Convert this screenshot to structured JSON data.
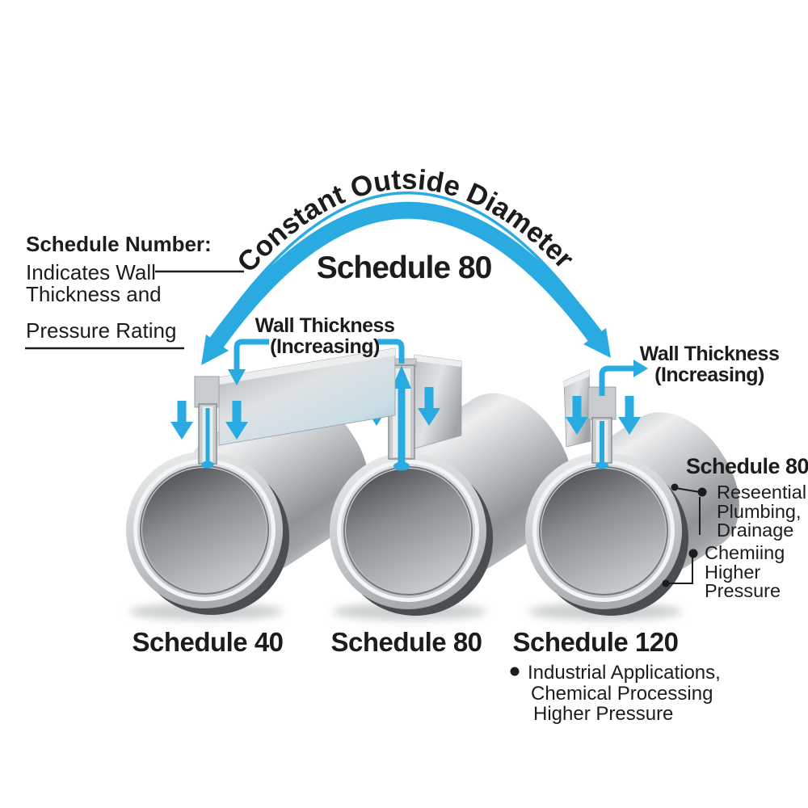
{
  "arc_title": "Constant Outside Diameter",
  "arc_sublabel": "Schedule 80",
  "schedule_number_note": {
    "heading": "Schedule Number:",
    "lines": [
      "Indicates Wall",
      "Thickness and",
      "Pressure Rating"
    ]
  },
  "wall_thickness_label_left": {
    "line1": "Wall Thickness",
    "line2": "(Increasing)"
  },
  "wall_thickness_label_right": {
    "line1": "Wall Thickness",
    "line2": "(Increasing)"
  },
  "pipe_labels": [
    "Schedule 40",
    "Schedule 80",
    "Schedule 120"
  ],
  "right_annotation": {
    "heading": "Schedule 80",
    "bullet1_lines": [
      "Reseential",
      "Plumbing,",
      "Drainage"
    ],
    "bullet2_lines": [
      "Chemiing",
      "Higher",
      "Pressure"
    ]
  },
  "schedule120_note_lines": [
    "Industrial Applications,",
    "Chemical Processing",
    "Higher Pressure"
  ],
  "colors": {
    "accent_blue": "#29ABE2",
    "text": "#1C1C1C",
    "pipe_gray": "#C6CACD"
  }
}
